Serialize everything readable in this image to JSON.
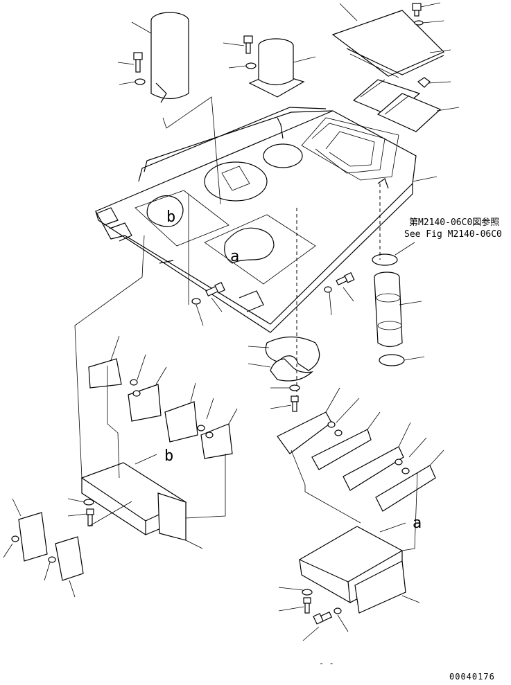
{
  "figure": {
    "reference_note_jp": "第M2140-06C0図参照",
    "reference_note_en": "See Fig M2140-06C0",
    "detail_label_a": "a",
    "detail_label_b": "b",
    "drawing_number": "00040176",
    "bottom_mark": "- -"
  }
}
